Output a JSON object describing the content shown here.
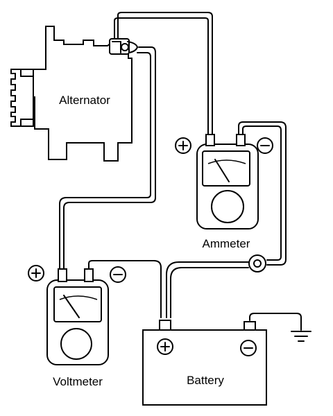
{
  "diagram": {
    "labels": {
      "alternator": "Alternator",
      "ammeter": "Ammeter",
      "voltmeter": "Voltmeter",
      "battery": "Battery"
    },
    "terminal_symbols": {
      "positive": "+",
      "negative": "−"
    },
    "icons": [
      "plus-symbol-icon",
      "minus-symbol-icon",
      "ground-icon",
      "meter-needle-icon"
    ]
  }
}
